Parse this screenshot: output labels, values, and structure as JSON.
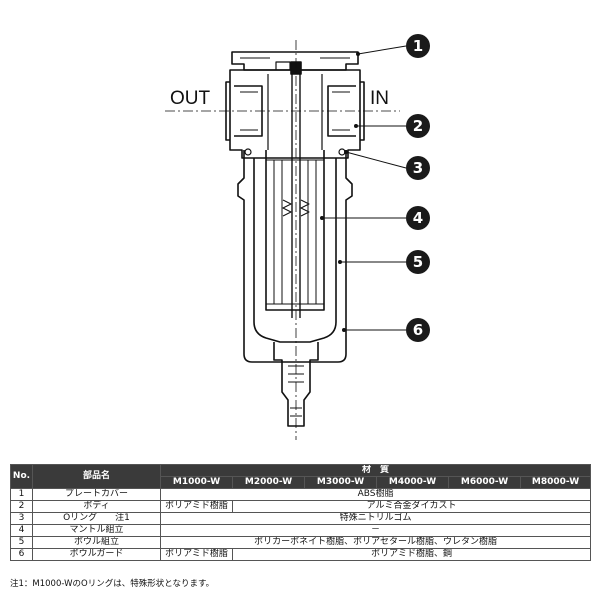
{
  "diagram": {
    "port_out": "OUT",
    "port_in": "IN",
    "callouts": [
      "1",
      "2",
      "3",
      "4",
      "5",
      "6"
    ]
  },
  "table": {
    "header_no": "No.",
    "header_part": "部品名",
    "header_material": "材　質",
    "models": [
      "M1000-W",
      "M2000-W",
      "M3000-W",
      "M4000-W",
      "M6000-W",
      "M8000-W"
    ],
    "rows": [
      {
        "no": "1",
        "part": "プレートカバー",
        "m1000": "",
        "others": "ABS樹脂"
      },
      {
        "no": "2",
        "part": "ボディ",
        "m1000": "ポリアミド樹脂",
        "others": "アルミ合金ダイカスト"
      },
      {
        "no": "3",
        "part": "Oリング　　注1",
        "m1000": "",
        "others": "特殊ニトリルゴム"
      },
      {
        "no": "4",
        "part": "マントル組立",
        "m1000": "",
        "others": "－"
      },
      {
        "no": "5",
        "part": "ボウル組立",
        "m1000": "",
        "others": "ポリカーボネイト樹脂、ポリアセタール樹脂、ウレタン樹脂"
      },
      {
        "no": "6",
        "part": "ボウルガード",
        "m1000": "ポリアミド樹脂",
        "others": "ポリアミド樹脂、鋼"
      }
    ]
  },
  "note": "注1：M1000-WのOリングは、特殊形状となります。"
}
